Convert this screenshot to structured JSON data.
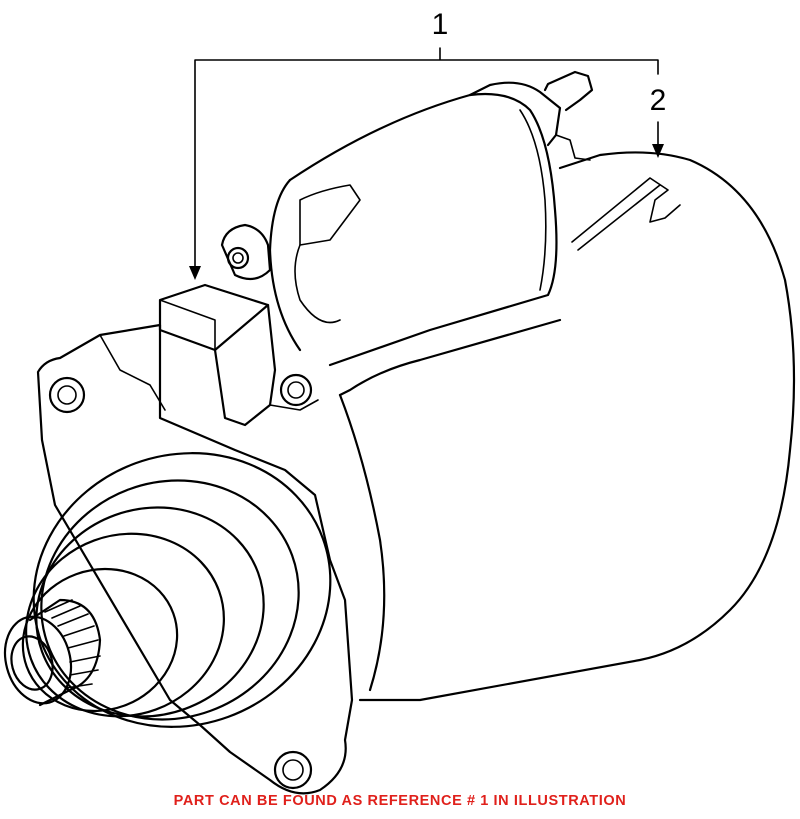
{
  "callouts": [
    {
      "label": "1"
    },
    {
      "label": "2"
    }
  ],
  "footer": {
    "note": "PART CAN BE FOUND AS REFERENCE # 1 IN ILLUSTRATION",
    "color": "#e0201b"
  },
  "colors": {
    "line": "#000000",
    "background": "#ffffff"
  }
}
